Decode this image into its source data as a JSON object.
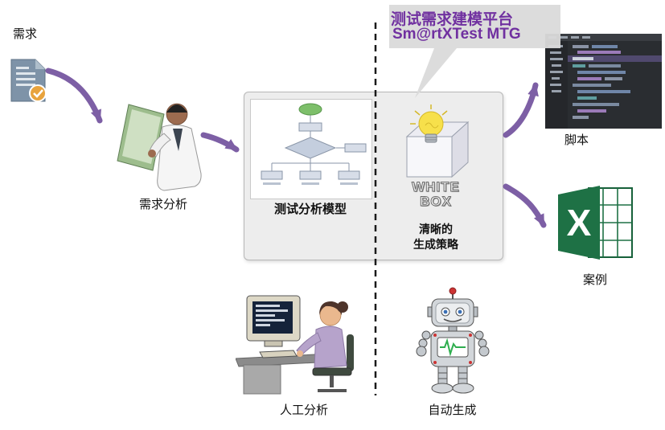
{
  "colors": {
    "arrow_purple": "#7D5FA5",
    "title_purple": "#7030A0",
    "box_background": "#EDEDED",
    "excel_green": "#1E7145",
    "bulb_yellow": "#F7E04B",
    "dashed_line": "#1A1A1A",
    "badge_orange": "#E8A33D"
  },
  "callout": {
    "title": "测试需求建模平台",
    "subtitle": "Sm@rtXTest MTG"
  },
  "labels": {
    "requirement": "需求",
    "requirement_analysis": "需求分析",
    "test_model": "测试分析模型",
    "white_line1": "WHITE",
    "white_line2": "BOX",
    "strategy_line1": "清晰的",
    "strategy_line2": "生成策略",
    "script": "脚本",
    "test_case": "案例",
    "manual": "人工分析",
    "auto": "自动生成",
    "excel_x": "X"
  },
  "icons": {
    "requirement_doc": "document-check-icon",
    "analyst": "analyst-illustration",
    "flowchart": "flowchart-thumbnail",
    "whitebox": "lightbulb-cube-icon",
    "script": "code-editor-thumbnail",
    "excel": "excel-icon",
    "manual": "person-computer-illustration",
    "auto": "robot-illustration"
  }
}
